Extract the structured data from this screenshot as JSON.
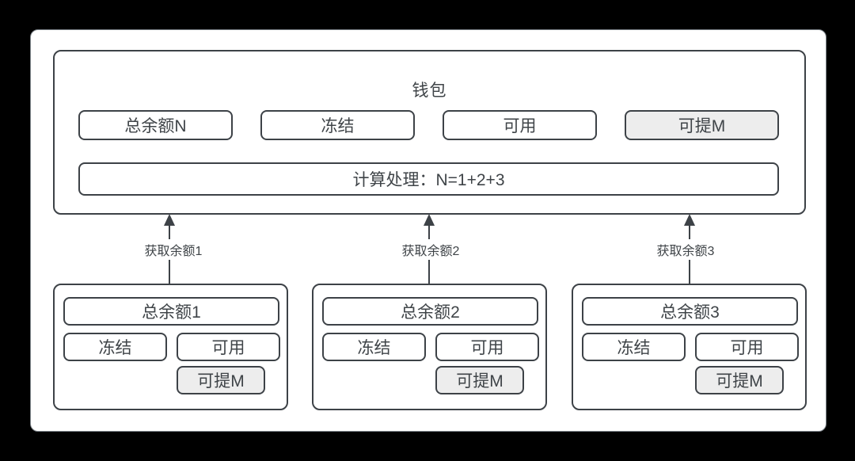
{
  "colors": {
    "background": "#000000",
    "canvas": "#ffffff",
    "ink": "#3d4247",
    "text": "#3f4448",
    "highlight_fill": "#ededed"
  },
  "wallet": {
    "title": "钱包",
    "chips": [
      {
        "label": "总余额N",
        "filled": false
      },
      {
        "label": "冻结",
        "filled": false
      },
      {
        "label": "可用",
        "filled": false
      },
      {
        "label": "可提M",
        "filled": true
      }
    ],
    "calc_label": "计算处理：N=1+2+3"
  },
  "arrows": [
    {
      "label": "获取余额1"
    },
    {
      "label": "获取余额2"
    },
    {
      "label": "获取余额3"
    }
  ],
  "accounts": [
    {
      "total": "总余额1",
      "frozen": "冻结",
      "available": "可用",
      "withdrawable": "可提M"
    },
    {
      "total": "总余额2",
      "frozen": "冻结",
      "available": "可用",
      "withdrawable": "可提M"
    },
    {
      "total": "总余额3",
      "frozen": "冻结",
      "available": "可用",
      "withdrawable": "可提M"
    }
  ]
}
